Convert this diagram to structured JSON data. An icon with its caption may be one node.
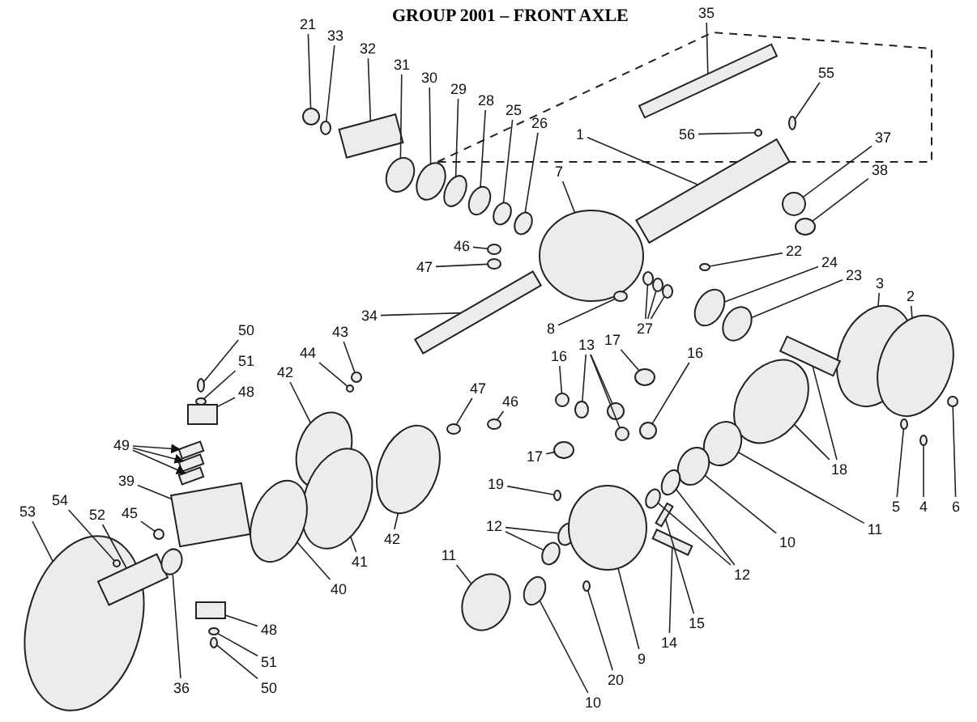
{
  "diagram": {
    "title": "GROUP 2001 – FRONT AXLE",
    "nodes": [
      {
        "text": [
          "21"
        ]
      },
      {
        "text": [
          "33"
        ]
      },
      {
        "text": [
          "32"
        ]
      },
      {
        "text": [
          "31"
        ]
      },
      {
        "text": [
          "30"
        ]
      },
      {
        "text": [
          "29"
        ]
      },
      {
        "text": [
          "28"
        ]
      },
      {
        "text": [
          "35"
        ]
      },
      {
        "text": [
          "55"
        ]
      },
      {
        "text": [
          "25"
        ]
      },
      {
        "text": [
          "26"
        ]
      },
      {
        "text": [
          "1"
        ]
      },
      {
        "text": [
          "7"
        ]
      },
      {
        "text": [
          "56"
        ]
      },
      {
        "text": [
          "37"
        ]
      },
      {
        "text": [
          "38"
        ]
      },
      {
        "text": [
          "46"
        ]
      },
      {
        "text": [
          "22"
        ]
      },
      {
        "text": [
          "47"
        ]
      },
      {
        "text": [
          "24"
        ]
      },
      {
        "text": [
          "23"
        ]
      },
      {
        "text": [
          "3"
        ]
      },
      {
        "text": [
          "2"
        ]
      },
      {
        "text": [
          "34"
        ]
      },
      {
        "text": [
          "8"
        ]
      },
      {
        "text": [
          "27"
        ]
      },
      {
        "text": [
          "50"
        ]
      },
      {
        "text": [
          "43"
        ]
      },
      {
        "text": [
          "17"
        ]
      },
      {
        "text": [
          "13"
        ]
      },
      {
        "text": [
          "44"
        ]
      },
      {
        "text": [
          "16"
        ]
      },
      {
        "text": [
          "16"
        ]
      },
      {
        "text": [
          "51"
        ]
      },
      {
        "text": [
          "42"
        ]
      },
      {
        "text": [
          "47"
        ]
      },
      {
        "text": [
          "48"
        ]
      },
      {
        "text": [
          "46"
        ]
      },
      {
        "text": [
          "49"
        ]
      },
      {
        "text": [
          "17"
        ]
      },
      {
        "text": [
          "18"
        ]
      },
      {
        "text": [
          "39"
        ]
      },
      {
        "text": [
          "19"
        ]
      },
      {
        "text": [
          "5"
        ]
      },
      {
        "text": [
          "4"
        ]
      },
      {
        "text": [
          "6"
        ]
      },
      {
        "text": [
          "53"
        ]
      },
      {
        "text": [
          "54"
        ]
      },
      {
        "text": [
          "52"
        ]
      },
      {
        "text": [
          "45"
        ]
      },
      {
        "text": [
          "42"
        ]
      },
      {
        "text": [
          "12"
        ]
      },
      {
        "text": [
          "11"
        ]
      },
      {
        "text": [
          "10"
        ]
      },
      {
        "text": [
          "12"
        ]
      },
      {
        "text": [
          "11"
        ]
      },
      {
        "text": [
          "41"
        ]
      },
      {
        "text": [
          "40"
        ]
      },
      {
        "text": [
          "48"
        ]
      },
      {
        "text": [
          "15"
        ]
      },
      {
        "text": [
          "51"
        ]
      },
      {
        "text": [
          "14"
        ]
      },
      {
        "text": [
          "9"
        ]
      },
      {
        "text": [
          "36"
        ]
      },
      {
        "text": [
          "20"
        ]
      },
      {
        "text": [
          "50"
        ]
      },
      {
        "text": [
          "10"
        ]
      },
      {
        "text": [],
        "shape": "circle"
      },
      {
        "text": [],
        "shape": "circle"
      },
      {
        "text": [],
        "shape": "box"
      },
      {
        "text": [],
        "shape": "circle"
      },
      {
        "text": [],
        "shape": "circle"
      },
      {
        "text": [],
        "shape": "circle"
      },
      {
        "text": [],
        "shape": "circle"
      },
      {
        "text": [],
        "shape": "bar"
      },
      {
        "text": [],
        "shape": "circle"
      },
      {
        "text": [],
        "shape": "circle"
      },
      {
        "text": [],
        "shape": "circle"
      },
      {
        "text": [],
        "shape": "bar"
      },
      {
        "text": [],
        "shape": "circle"
      },
      {
        "text": [],
        "shape": "circle"
      },
      {
        "text": [],
        "shape": "circle"
      },
      {
        "text": [],
        "shape": "circle"
      },
      {
        "text": [],
        "shape": "circle"
      },
      {
        "text": [],
        "shape": "circle"
      },
      {
        "text": [],
        "shape": "circle"
      },
      {
        "text": [],
        "shape": "circle"
      },
      {
        "text": [],
        "shape": "circle"
      },
      {
        "text": [],
        "shape": "circle"
      },
      {
        "text": [],
        "shape": "circle"
      },
      {
        "text": [],
        "shape": "bar"
      },
      {
        "text": [],
        "shape": "circle"
      },
      {
        "text": [],
        "shape": "circle"
      },
      {
        "text": [],
        "shape": "circle"
      },
      {
        "text": [],
        "shape": "circle"
      },
      {
        "text": [],
        "shape": "circle"
      },
      {
        "text": [],
        "shape": "circle"
      },
      {
        "text": [],
        "shape": "circle"
      },
      {
        "text": [],
        "shape": "circle"
      },
      {
        "text": [],
        "shape": "circle"
      },
      {
        "text": [],
        "shape": "circle"
      },
      {
        "text": [],
        "shape": "circle"
      },
      {
        "text": [],
        "shape": "circle"
      },
      {
        "text": [],
        "shape": "circle"
      },
      {
        "text": [],
        "shape": "circle"
      },
      {
        "text": [],
        "shape": "circle"
      },
      {
        "text": [],
        "shape": "circle"
      },
      {
        "text": [],
        "shape": "box"
      },
      {
        "text": [],
        "shape": "circle"
      },
      {
        "text": [],
        "shape": "box"
      },
      {
        "text": [],
        "shape": "box"
      },
      {
        "text": [],
        "shape": "box"
      },
      {
        "text": [],
        "shape": "circle"
      },
      {
        "text": [],
        "shape": "circle"
      },
      {
        "text": [],
        "shape": "bar"
      },
      {
        "text": [],
        "shape": "box"
      },
      {
        "text": [],
        "shape": "circle"
      },
      {
        "text": [],
        "shape": "circle"
      },
      {
        "text": [],
        "shape": "circle"
      },
      {
        "text": [],
        "shape": "circle"
      },
      {
        "text": [],
        "shape": "circle"
      },
      {
        "text": [],
        "shape": "circle"
      },
      {
        "text": [],
        "shape": "bar"
      },
      {
        "text": [],
        "shape": "circle"
      },
      {
        "text": [],
        "shape": "circle"
      },
      {
        "text": [],
        "shape": "circle"
      },
      {
        "text": [],
        "shape": "circle"
      },
      {
        "text": [],
        "shape": "circle"
      },
      {
        "text": [],
        "shape": "circle"
      },
      {
        "text": [],
        "shape": "circle"
      },
      {
        "text": [],
        "shape": "circle"
      },
      {
        "text": [],
        "shape": "circle"
      },
      {
        "text": [],
        "shape": "circle"
      },
      {
        "text": [],
        "shape": "circle"
      },
      {
        "text": [],
        "shape": "box"
      },
      {
        "text": [],
        "shape": "bar"
      },
      {
        "text": [],
        "shape": "circle"
      },
      {
        "text": [],
        "shape": "bar"
      },
      {
        "text": [],
        "shape": "circle"
      },
      {
        "text": [],
        "shape": "circle"
      },
      {
        "text": [],
        "shape": "circle"
      },
      {
        "text": [],
        "shape": "circle"
      },
      {
        "text": [],
        "shape": "circle"
      }
    ],
    "edges": [
      {
        "from": 0,
        "to": 67,
        "arrow": "none"
      },
      {
        "from": 1,
        "to": 68,
        "arrow": "none"
      },
      {
        "from": 2,
        "to": 69,
        "arrow": "none"
      },
      {
        "from": 3,
        "to": 70,
        "arrow": "none"
      },
      {
        "from": 4,
        "to": 71,
        "arrow": "none"
      },
      {
        "from": 5,
        "to": 72,
        "arrow": "none"
      },
      {
        "from": 6,
        "to": 73,
        "arrow": "none"
      },
      {
        "from": 7,
        "to": 74,
        "arrow": "none"
      },
      {
        "from": 8,
        "to": 75,
        "arrow": "none"
      },
      {
        "from": 9,
        "to": 76,
        "arrow": "none"
      },
      {
        "from": 10,
        "to": 77,
        "arrow": "none"
      },
      {
        "from": 11,
        "to": 78,
        "arrow": "none"
      },
      {
        "from": 12,
        "to": 79,
        "arrow": "none"
      },
      {
        "from": 13,
        "to": 80,
        "arrow": "none"
      },
      {
        "from": 14,
        "to": 81,
        "arrow": "none"
      },
      {
        "from": 15,
        "to": 82,
        "arrow": "none"
      },
      {
        "from": 16,
        "to": 83,
        "arrow": "none"
      },
      {
        "from": 17,
        "to": 84,
        "arrow": "none"
      },
      {
        "from": 18,
        "to": 85,
        "arrow": "none"
      },
      {
        "from": 19,
        "to": 86,
        "arrow": "none"
      },
      {
        "from": 20,
        "to": 87,
        "arrow": "none"
      },
      {
        "from": 21,
        "to": 88,
        "arrow": "none"
      },
      {
        "from": 22,
        "to": 89,
        "arrow": "none"
      },
      {
        "from": 23,
        "to": 90,
        "arrow": "none"
      },
      {
        "from": 24,
        "to": 91,
        "arrow": "none"
      },
      {
        "from": 25,
        "to": 92,
        "arrow": "none"
      },
      {
        "from": 25,
        "to": 93,
        "arrow": "none"
      },
      {
        "from": 25,
        "to": 94,
        "arrow": "none"
      },
      {
        "from": 26,
        "to": 95,
        "arrow": "none"
      },
      {
        "from": 27,
        "to": 96,
        "arrow": "none"
      },
      {
        "from": 28,
        "to": 97,
        "arrow": "none"
      },
      {
        "from": 29,
        "to": 98,
        "arrow": "none"
      },
      {
        "from": 29,
        "to": 99,
        "arrow": "none"
      },
      {
        "from": 29,
        "to": 100,
        "arrow": "none"
      },
      {
        "from": 30,
        "to": 101,
        "arrow": "none"
      },
      {
        "from": 31,
        "to": 102,
        "arrow": "none"
      },
      {
        "from": 32,
        "to": 103,
        "arrow": "none"
      },
      {
        "from": 33,
        "to": 104,
        "arrow": "none"
      },
      {
        "from": 34,
        "to": 105,
        "arrow": "none"
      },
      {
        "from": 35,
        "to": 106,
        "arrow": "none"
      },
      {
        "from": 36,
        "to": 107,
        "arrow": "none"
      },
      {
        "from": 37,
        "to": 108,
        "arrow": "none"
      },
      {
        "from": 38,
        "to": 109,
        "arrow": "to"
      },
      {
        "from": 38,
        "to": 110,
        "arrow": "to"
      },
      {
        "from": 38,
        "to": 111,
        "arrow": "to"
      },
      {
        "from": 39,
        "to": 112,
        "arrow": "none"
      },
      {
        "from": 40,
        "to": 113,
        "arrow": "none"
      },
      {
        "from": 40,
        "to": 114,
        "arrow": "none"
      },
      {
        "from": 41,
        "to": 115,
        "arrow": "none"
      },
      {
        "from": 42,
        "to": 116,
        "arrow": "none"
      },
      {
        "from": 43,
        "to": 117,
        "arrow": "none"
      },
      {
        "from": 44,
        "to": 118,
        "arrow": "none"
      },
      {
        "from": 45,
        "to": 119,
        "arrow": "none"
      },
      {
        "from": 46,
        "to": 120,
        "arrow": "none"
      },
      {
        "from": 47,
        "to": 121,
        "arrow": "none"
      },
      {
        "from": 48,
        "to": 122,
        "arrow": "none"
      },
      {
        "from": 49,
        "to": 123,
        "arrow": "none"
      },
      {
        "from": 50,
        "to": 124,
        "arrow": "none"
      },
      {
        "from": 51,
        "to": 125,
        "arrow": "none"
      },
      {
        "from": 51,
        "to": 126,
        "arrow": "none"
      },
      {
        "from": 52,
        "to": 127,
        "arrow": "none"
      },
      {
        "from": 53,
        "to": 128,
        "arrow": "none"
      },
      {
        "from": 54,
        "to": 129,
        "arrow": "none"
      },
      {
        "from": 54,
        "to": 130,
        "arrow": "none"
      },
      {
        "from": 55,
        "to": 131,
        "arrow": "none"
      },
      {
        "from": 56,
        "to": 132,
        "arrow": "none"
      },
      {
        "from": 57,
        "to": 133,
        "arrow": "none"
      },
      {
        "from": 58,
        "to": 134,
        "arrow": "none"
      },
      {
        "from": 59,
        "to": 135,
        "arrow": "none"
      },
      {
        "from": 60,
        "to": 136,
        "arrow": "none"
      },
      {
        "from": 61,
        "to": 137,
        "arrow": "none"
      },
      {
        "from": 62,
        "to": 138,
        "arrow": "none"
      },
      {
        "from": 63,
        "to": 139,
        "arrow": "none"
      },
      {
        "from": 64,
        "to": 140,
        "arrow": "none"
      },
      {
        "from": 65,
        "to": 141,
        "arrow": "none"
      },
      {
        "from": 66,
        "to": 142,
        "arrow": "none"
      }
    ]
  }
}
